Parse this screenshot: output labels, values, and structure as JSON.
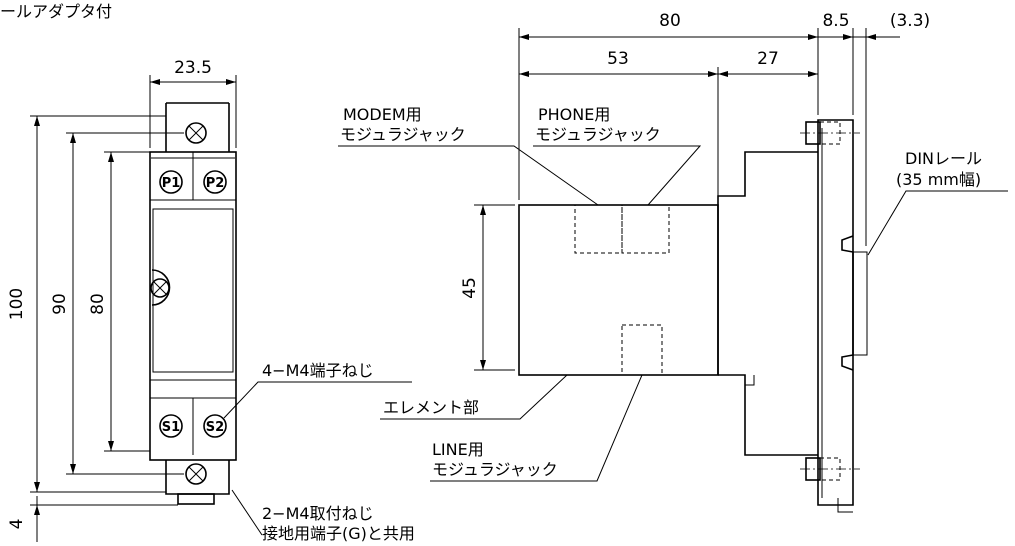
{
  "header": {
    "caption": "ールアダプタ付"
  },
  "front_view": {
    "dims": {
      "width": "23.5",
      "h100": "100",
      "h90": "90",
      "h80": "80",
      "h4": "4"
    },
    "terminals": {
      "p1": "P1",
      "p2": "P2",
      "s1": "S1",
      "s2": "S2"
    },
    "labels": {
      "screw_terminal": "4−M4端子ねじ",
      "mount_screw_1": "2−M4取付ねじ",
      "mount_screw_2": "接地用端子(G)と共用"
    }
  },
  "side_view": {
    "dims": {
      "d80": "80",
      "d8_5": "8.5",
      "d3_3": "(3.3)",
      "d53": "53",
      "d27": "27",
      "d45": "45"
    },
    "labels": {
      "modem_1": "MODEM用",
      "modem_2": "モジュラジャック",
      "phone_1": "PHONE用",
      "phone_2": "モジュラジャック",
      "din_1": "DINレール",
      "din_2": "(35 mm幅)",
      "element": "エレメント部",
      "line_1": "LINE用",
      "line_2": "モジュラジャック"
    }
  }
}
